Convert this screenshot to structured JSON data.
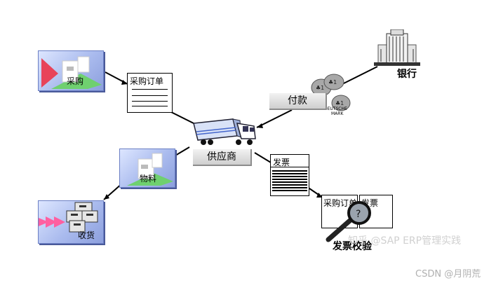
{
  "nodes": {
    "purchase": "采购",
    "purchase_order": "采购订单",
    "bank": "银行",
    "payment": "付款",
    "coin_text_1": "DEUTSCHE",
    "coin_text_2": "MARK",
    "vendor": "供应商",
    "invoice": "发票",
    "material": "物料",
    "goods_receipt": "收货",
    "verify_po": "采购订单",
    "verify_invoice": "发票",
    "invoice_verification": "发票校验"
  },
  "watermarks": {
    "zhihu": "知乎 @SAP ERP管理实践",
    "csdn": "CSDN @月阴荒"
  }
}
